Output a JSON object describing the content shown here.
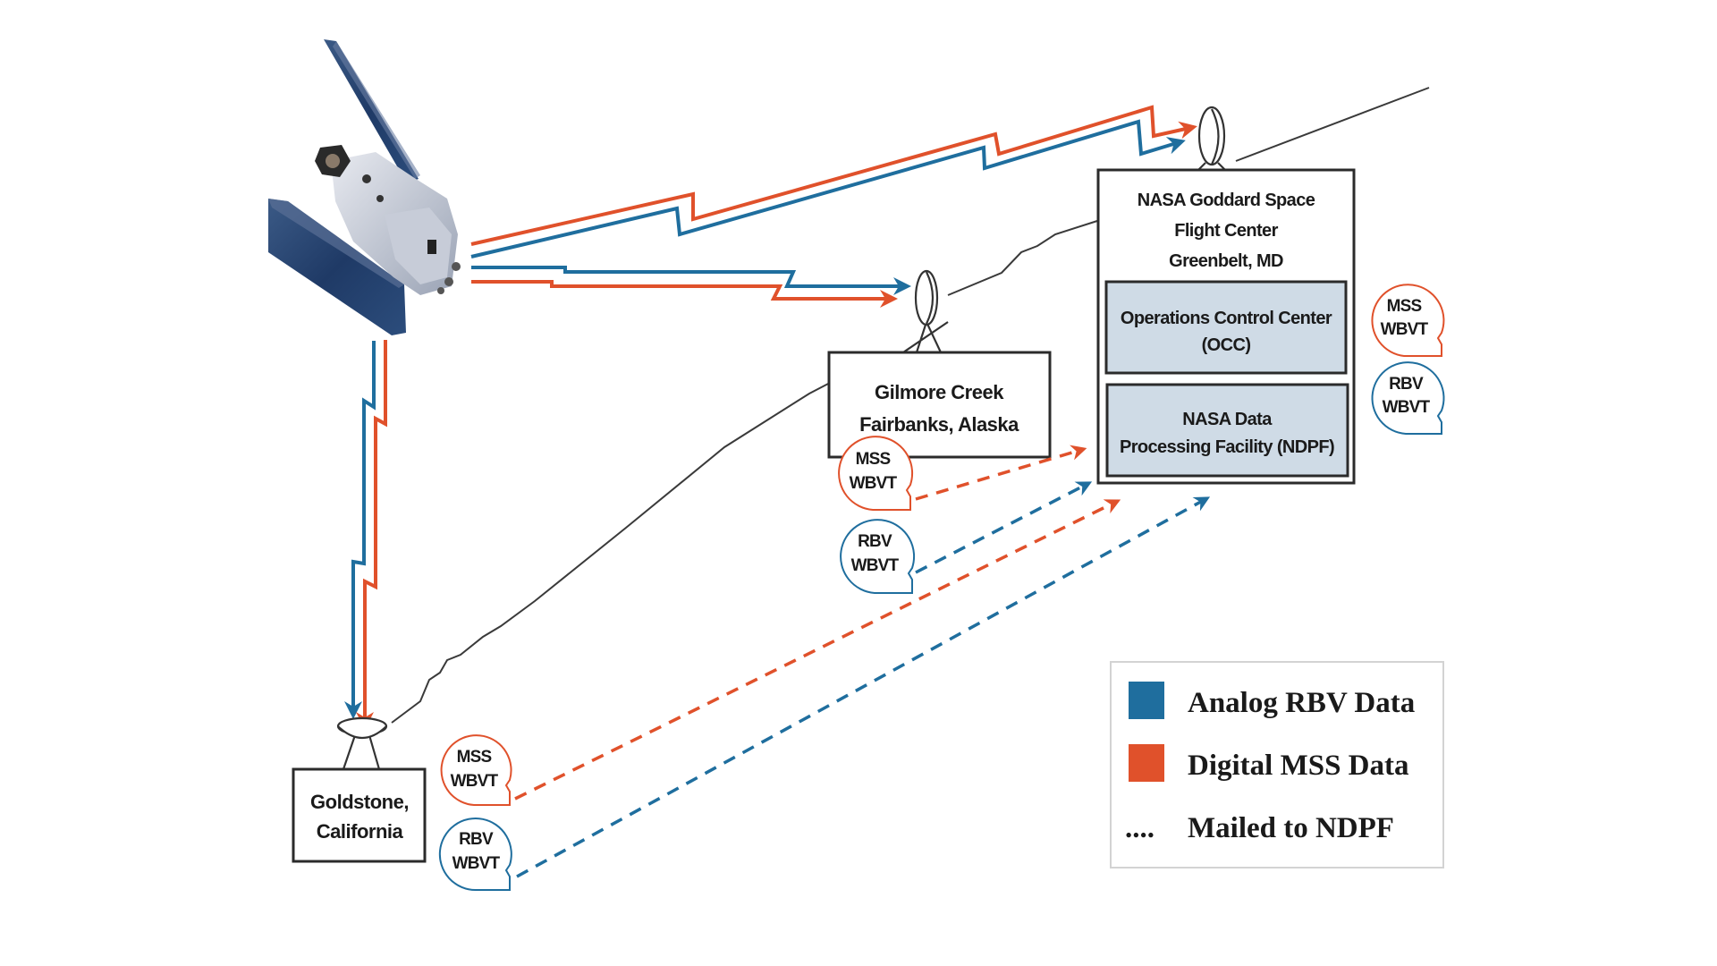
{
  "diagram": {
    "title": "Landsat ground station data flow",
    "colors": {
      "rbv": "#1f6e9e",
      "mss": "#e0512b",
      "box_fill": "#cfdbe6",
      "outline": "#2b2b2b"
    },
    "satellite": {
      "label": "satellite",
      "icon": "satellite-icon"
    },
    "stations": {
      "goddard": {
        "lines": [
          "NASA Goddard Space",
          "Flight Center",
          "Greenbelt, MD"
        ],
        "occ": {
          "lines": [
            "Operations Control Center",
            "(OCC)"
          ]
        },
        "ndpf": {
          "lines": [
            "NASA Data",
            "Processing Facility (NDPF)"
          ]
        },
        "tapes": [
          {
            "type": "mss",
            "lines": [
              "MSS",
              "WBVT"
            ]
          },
          {
            "type": "rbv",
            "lines": [
              "RBV",
              "WBVT"
            ]
          }
        ]
      },
      "gilmore": {
        "lines": [
          "Gilmore Creek",
          "Fairbanks, Alaska"
        ],
        "tapes": [
          {
            "type": "mss",
            "lines": [
              "MSS",
              "WBVT"
            ]
          },
          {
            "type": "rbv",
            "lines": [
              "RBV",
              "WBVT"
            ]
          }
        ]
      },
      "goldstone": {
        "lines": [
          "Goldstone,",
          "California"
        ],
        "tapes": [
          {
            "type": "mss",
            "lines": [
              "MSS",
              "WBVT"
            ]
          },
          {
            "type": "rbv",
            "lines": [
              "RBV",
              "WBVT"
            ]
          }
        ]
      }
    },
    "links": [
      {
        "from": "satellite",
        "to": "goddard",
        "type": "rbv",
        "kind": "downlink"
      },
      {
        "from": "satellite",
        "to": "goddard",
        "type": "mss",
        "kind": "downlink"
      },
      {
        "from": "satellite",
        "to": "gilmore",
        "type": "rbv",
        "kind": "downlink"
      },
      {
        "from": "satellite",
        "to": "gilmore",
        "type": "mss",
        "kind": "downlink"
      },
      {
        "from": "satellite",
        "to": "goldstone",
        "type": "rbv",
        "kind": "downlink"
      },
      {
        "from": "satellite",
        "to": "goldstone",
        "type": "mss",
        "kind": "downlink"
      },
      {
        "from": "gilmore-mss-wbvt",
        "to": "ndpf",
        "type": "mss",
        "kind": "mailed"
      },
      {
        "from": "gilmore-rbv-wbvt",
        "to": "ndpf",
        "type": "rbv",
        "kind": "mailed"
      },
      {
        "from": "goldstone-mss-wbvt",
        "to": "ndpf",
        "type": "mss",
        "kind": "mailed"
      },
      {
        "from": "goldstone-rbv-wbvt",
        "to": "ndpf",
        "type": "rbv",
        "kind": "mailed"
      }
    ],
    "legend": {
      "items": [
        {
          "symbol": "blue-square",
          "label": "Analog RBV Data"
        },
        {
          "symbol": "orange-square",
          "label": "Digital MSS Data"
        },
        {
          "symbol": "dots",
          "label": "Mailed to NDPF",
          "marker": "...."
        }
      ]
    }
  }
}
